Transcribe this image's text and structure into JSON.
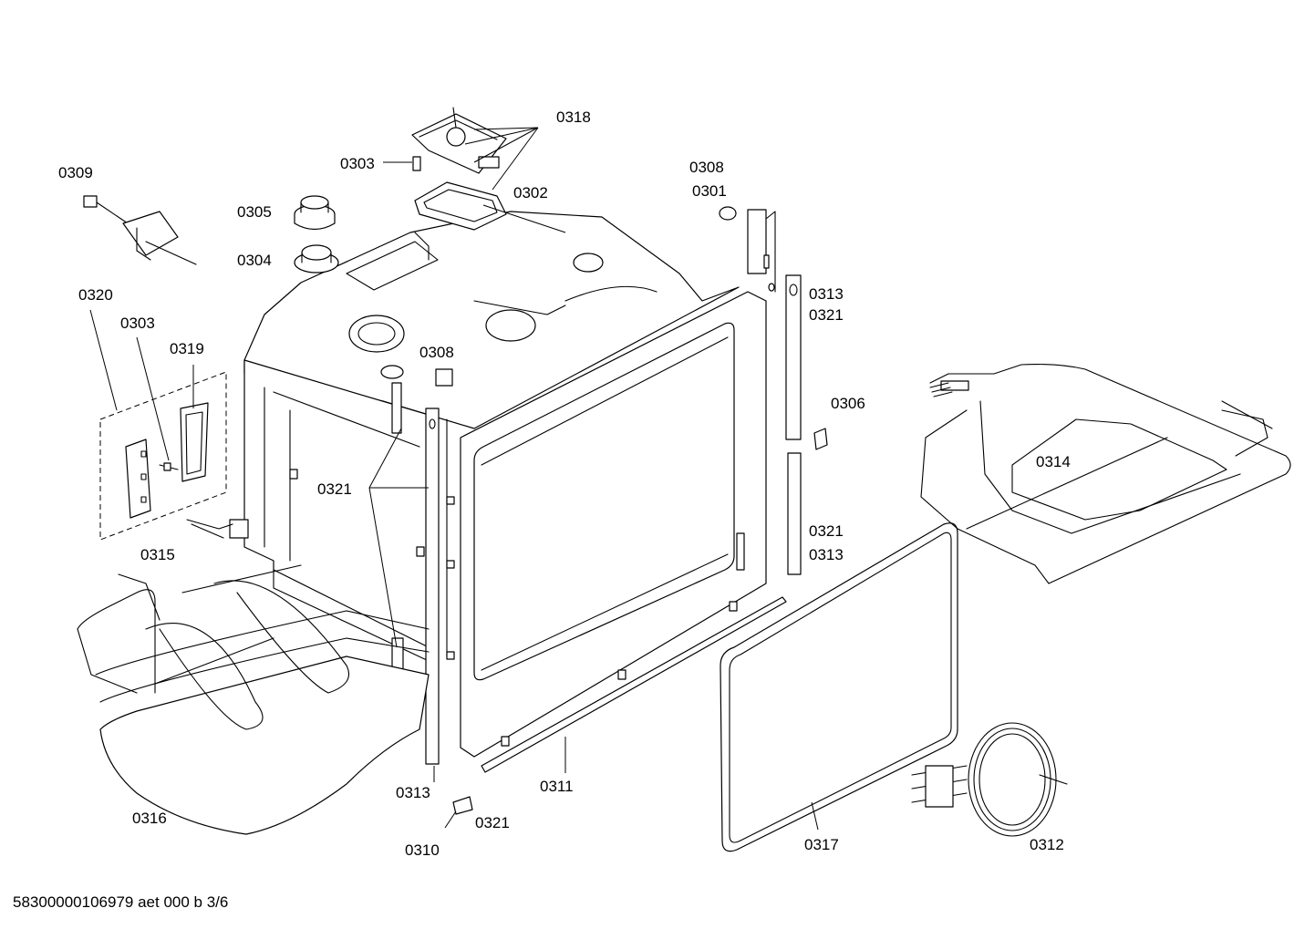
{
  "footer": "58300000106979 aet 000 b 3/6",
  "callouts": {
    "c0318": "0318",
    "c0303a": "0303",
    "c0302": "0302",
    "c0309": "0309",
    "c0305": "0305",
    "c0304": "0304",
    "c0308a": "0308",
    "c0301": "0301",
    "c0320": "0320",
    "c0303b": "0303",
    "c0319": "0319",
    "c0308b": "0308",
    "c0313a": "0313",
    "c0321a": "0321",
    "c0306": "0306",
    "c0321b": "0321",
    "c0314": "0314",
    "c0321c": "0321",
    "c0313b": "0313",
    "c0315": "0315",
    "c0313c": "0313",
    "c0311": "0311",
    "c0316": "0316",
    "c0321d": "0321",
    "c0310": "0310",
    "c0317": "0317",
    "c0312": "0312"
  }
}
